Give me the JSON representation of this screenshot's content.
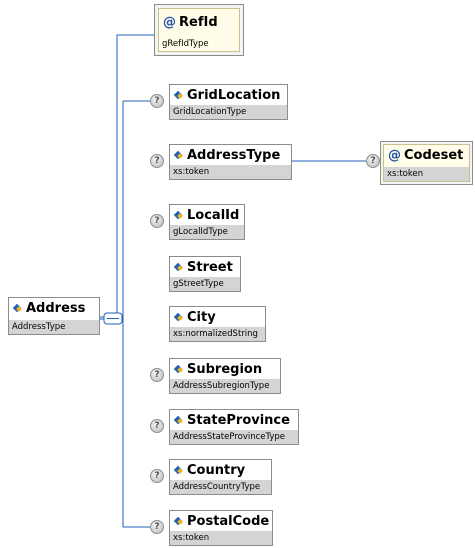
{
  "root": {
    "name": "Address",
    "type": "AddressType"
  },
  "attribute": {
    "name": "RefId",
    "type": "gRefIdType"
  },
  "elements": [
    {
      "name": "GridLocation",
      "type": "GridLocationType"
    },
    {
      "name": "AddressType",
      "type": "xs:token"
    },
    {
      "name": "LocalId",
      "type": "gLocalIdType"
    },
    {
      "name": "Street",
      "type": "gStreetType"
    },
    {
      "name": "City",
      "type": "xs:normalizedString"
    },
    {
      "name": "Subregion",
      "type": "AddressSubregionType"
    },
    {
      "name": "StateProvince",
      "type": "AddressStateProvinceType"
    },
    {
      "name": "Country",
      "type": "AddressCountryType"
    },
    {
      "name": "PostalCode",
      "type": "xs:token"
    }
  ],
  "addresstype_attribute": {
    "name": "Codeset",
    "type": "xs:token"
  },
  "optional_marker": "?",
  "colors": {
    "connector": "#1f5fb8",
    "type_band": "#d4d4d4",
    "attr_fill": "#fffde8"
  },
  "icons": {
    "element": "element-diamond-icon",
    "attribute": "at-sign-icon",
    "optional": "question-mark-icon"
  }
}
